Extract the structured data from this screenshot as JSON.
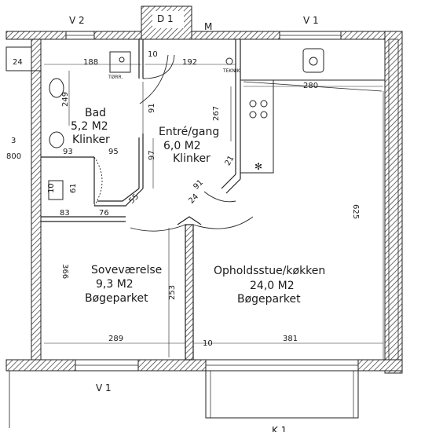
{
  "rooms": {
    "bad": {
      "name": "Bad",
      "area": "5,2 M2",
      "floor": "Klinker"
    },
    "entre": {
      "name": "Entré/gang",
      "area": "6,0 M2",
      "floor": "Klinker"
    },
    "sove": {
      "name": "Soveværelse",
      "area": "9,3 M2",
      "floor": "Bøgeparket"
    },
    "ophold": {
      "name": "Opholdsstue/køkken",
      "area": "24,0 M2",
      "floor": "Bøgeparket"
    }
  },
  "labels": {
    "v2": "V 2",
    "d1": "D 1",
    "m": "M",
    "v1_top": "V 1",
    "v1_bottom": "V 1",
    "k1": "K 1",
    "torr": "TØRR.",
    "tekn": "TEKNIK",
    "side_3": "3",
    "side_800": "800"
  },
  "dims": {
    "d24": "24",
    "d188": "188",
    "d10a": "10",
    "d192": "192",
    "d280": "280",
    "d249": "249",
    "d91a": "91",
    "d267": "267",
    "d93": "93",
    "d95": "95",
    "d97": "97",
    "d21": "21",
    "d10b": "10",
    "d61": "61",
    "d91b": "91",
    "d24b": "24",
    "d55": "55",
    "d83": "83",
    "d76": "76",
    "d625": "625",
    "d366": "366",
    "d253": "253",
    "d289": "289",
    "d10c": "10",
    "d381": "381"
  }
}
